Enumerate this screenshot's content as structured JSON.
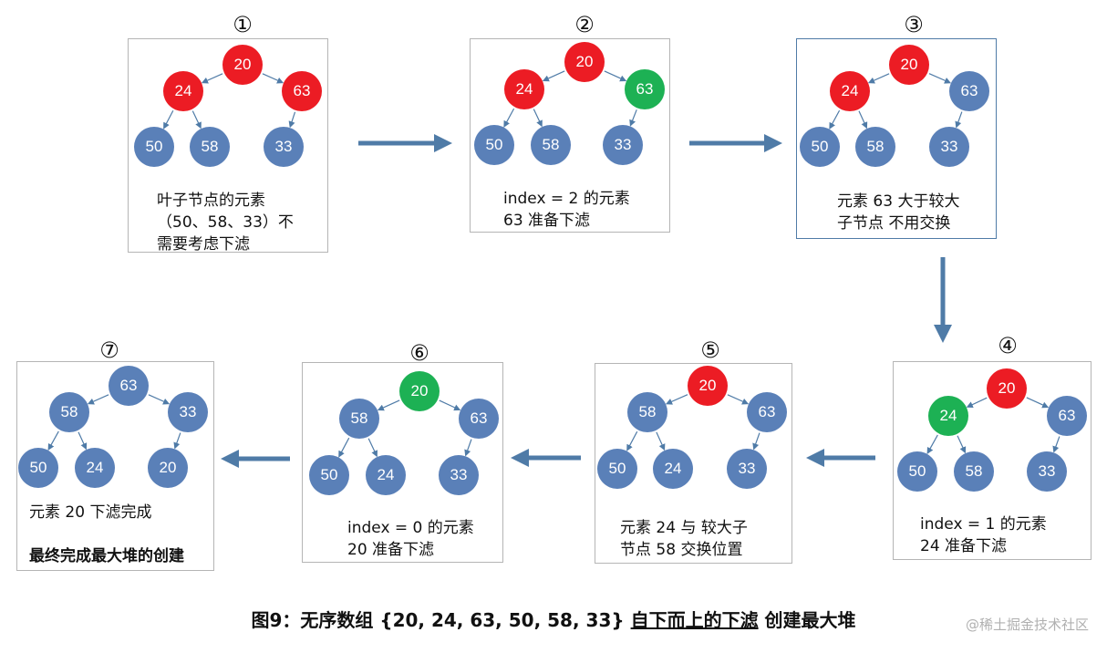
{
  "node_colors": {
    "blue": "#5a80b8",
    "red": "#ec1c24",
    "green": "#1db154"
  },
  "arrow_color": "#4f7ba7",
  "steps": [
    {
      "marker": "①",
      "nodes": [
        [
          "20",
          "red"
        ],
        [
          "24",
          "red"
        ],
        [
          "63",
          "red"
        ],
        [
          "50",
          "blue"
        ],
        [
          "58",
          "blue"
        ],
        [
          "33",
          "blue"
        ]
      ],
      "caption": [
        "叶子节点的元素",
        "（50、58、33）不",
        "需要考虑下滤"
      ]
    },
    {
      "marker": "②",
      "nodes": [
        [
          "20",
          "red"
        ],
        [
          "24",
          "red"
        ],
        [
          "63",
          "green"
        ],
        [
          "50",
          "blue"
        ],
        [
          "58",
          "blue"
        ],
        [
          "33",
          "blue"
        ]
      ],
      "caption": [
        "index = 2 的元素",
        "63 准备下滤"
      ]
    },
    {
      "marker": "③",
      "nodes": [
        [
          "20",
          "red"
        ],
        [
          "24",
          "red"
        ],
        [
          "63",
          "blue"
        ],
        [
          "50",
          "blue"
        ],
        [
          "58",
          "blue"
        ],
        [
          "33",
          "blue"
        ]
      ],
      "caption": [
        "元素 63 大于较大",
        "子节点 不用交换"
      ]
    },
    {
      "marker": "④",
      "nodes": [
        [
          "20",
          "red"
        ],
        [
          "24",
          "green"
        ],
        [
          "63",
          "blue"
        ],
        [
          "50",
          "blue"
        ],
        [
          "58",
          "blue"
        ],
        [
          "33",
          "blue"
        ]
      ],
      "caption": [
        "index = 1 的元素",
        "24 准备下滤"
      ]
    },
    {
      "marker": "⑤",
      "nodes": [
        [
          "20",
          "red"
        ],
        [
          "58",
          "blue"
        ],
        [
          "63",
          "blue"
        ],
        [
          "50",
          "blue"
        ],
        [
          "24",
          "blue"
        ],
        [
          "33",
          "blue"
        ]
      ],
      "caption": [
        "元素 24 与 较大子",
        "节点 58 交换位置"
      ]
    },
    {
      "marker": "⑥",
      "nodes": [
        [
          "20",
          "green"
        ],
        [
          "58",
          "blue"
        ],
        [
          "63",
          "blue"
        ],
        [
          "50",
          "blue"
        ],
        [
          "24",
          "blue"
        ],
        [
          "33",
          "blue"
        ]
      ],
      "caption": [
        "index = 0 的元素",
        "20 准备下滤"
      ]
    },
    {
      "marker": "⑦",
      "nodes": [
        [
          "63",
          "blue"
        ],
        [
          "58",
          "blue"
        ],
        [
          "33",
          "blue"
        ],
        [
          "50",
          "blue"
        ],
        [
          "24",
          "blue"
        ],
        [
          "20",
          "blue"
        ]
      ],
      "caption": [
        "元素 20 下滤完成",
        "",
        "最终完成最大堆的创建"
      ]
    }
  ],
  "figure_caption": {
    "prefix": "图9：无序数组 {20, 24, 63, 50, 58, 33} ",
    "underlined": "自下而上的下滤",
    "suffix": " 创建最大堆"
  },
  "watermark": "@稀土掘金技术社区"
}
